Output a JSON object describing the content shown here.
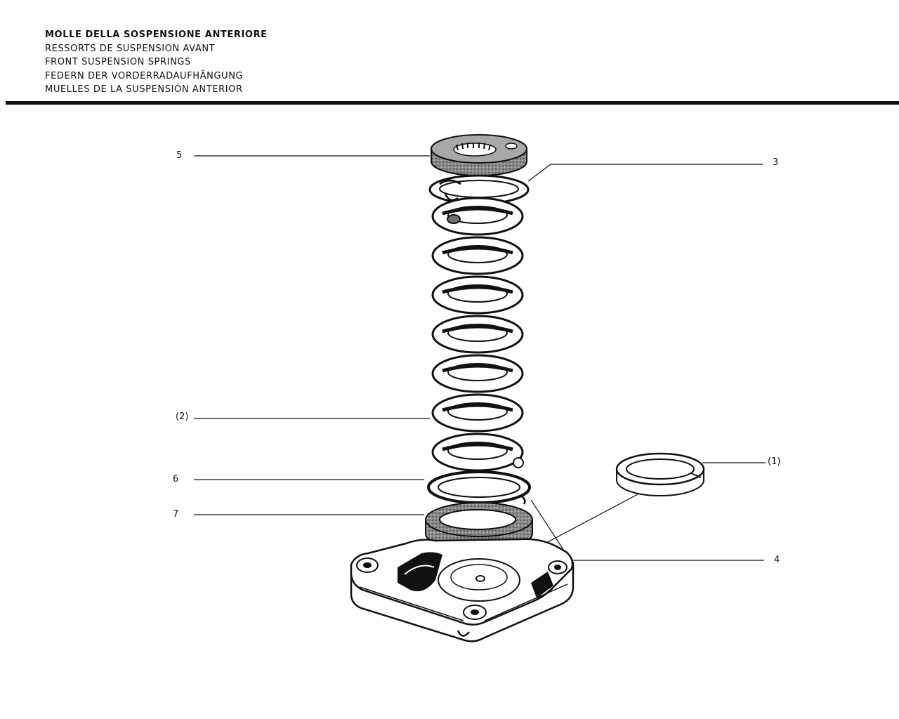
{
  "titles": [
    "MOLLE DELLA SOSPENSIONE ANTERIORE",
    "RESSORTS DE SUSPENSION AVANT",
    "FRONT SUSPENSION SPRINGS",
    "FEDERN DER VORDERRADAUFHÄNGUNG",
    "MUELLES DE LA SUSPENSIÓN ANTERIOR"
  ],
  "callouts": {
    "c5": "5",
    "c3": "3",
    "c2": "(2)",
    "c1": "(1)",
    "c6": "6",
    "c7": "7",
    "c4": "4"
  },
  "colors": {
    "ink": "#111111",
    "paper": "#ffffff",
    "shade": "#6e6e6e"
  }
}
